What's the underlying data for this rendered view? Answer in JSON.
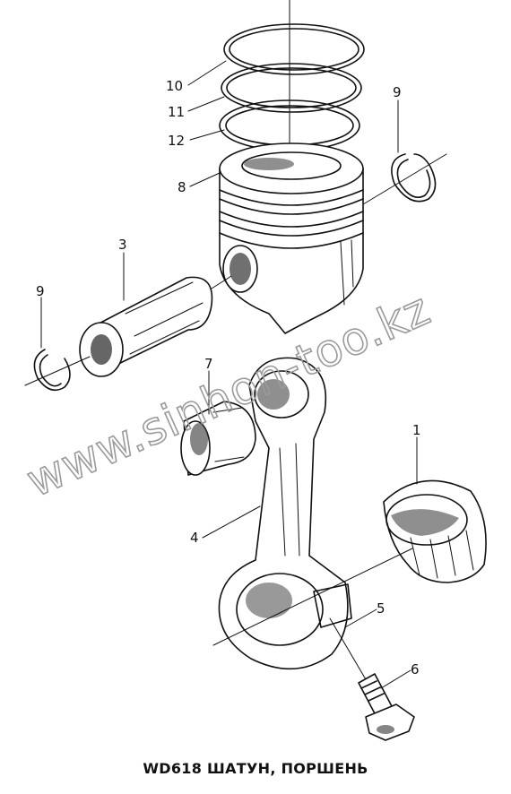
{
  "caption": "WD618 ШАТУН, ПОРШЕНЬ",
  "watermark": "www.sinhon-too.kz",
  "callouts": {
    "c10": "10",
    "c11": "11",
    "c12": "12",
    "c8": "8",
    "c9_right": "9",
    "c3": "3",
    "c9_left": "9",
    "c7": "7",
    "c1": "1",
    "c4": "4",
    "c5": "5",
    "c6": "6"
  },
  "colors": {
    "ink": "#111111",
    "watermark": "#9a9a9a",
    "background": "#ffffff"
  }
}
